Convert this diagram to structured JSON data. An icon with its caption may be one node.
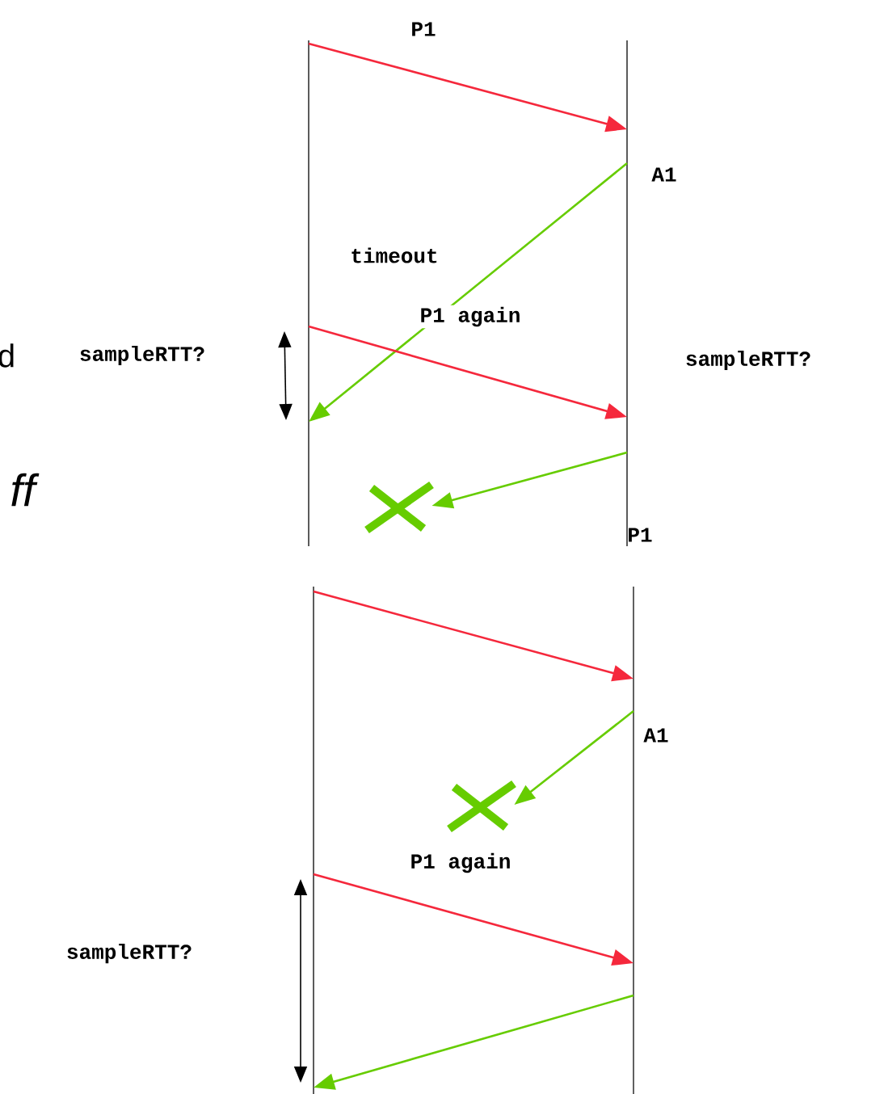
{
  "diagram": {
    "nodes": [
      {
        "text": [],
        "shape": "bar"
      },
      {
        "text": [],
        "shape": "bar"
      },
      {
        "text": [],
        "shape": "cross"
      },
      {
        "text": [],
        "shape": "bar"
      },
      {
        "text": [],
        "shape": "bar"
      },
      {
        "text": [],
        "shape": "cross"
      }
    ],
    "edges": [
      {
        "from": 0,
        "to": 1,
        "arrow": "to",
        "label": "P1",
        "color": "#f5283c"
      },
      {
        "from": 1,
        "to": 0,
        "arrow": "to",
        "label": "A1",
        "color": "#66cc00"
      },
      {
        "from": 0,
        "to": 1,
        "arrow": "to",
        "label": "P1 again",
        "color": "#f5283c"
      },
      {
        "from": 1,
        "to": 2,
        "arrow": "to",
        "color": "#66cc00"
      },
      {
        "from": 3,
        "to": 4,
        "arrow": "to",
        "color": "#f5283c"
      },
      {
        "from": 4,
        "to": 5,
        "arrow": "to",
        "label": "A1",
        "color": "#66cc00"
      },
      {
        "from": 3,
        "to": 4,
        "arrow": "to",
        "label": "P1 again",
        "color": "#f5283c"
      },
      {
        "from": 4,
        "to": 3,
        "arrow": "to",
        "color": "#66cc00"
      }
    ],
    "labels": [
      "timeout",
      "d",
      "sampleRTT?",
      "sampleRTT?",
      "ff",
      "P1",
      "sampleRTT?"
    ]
  }
}
